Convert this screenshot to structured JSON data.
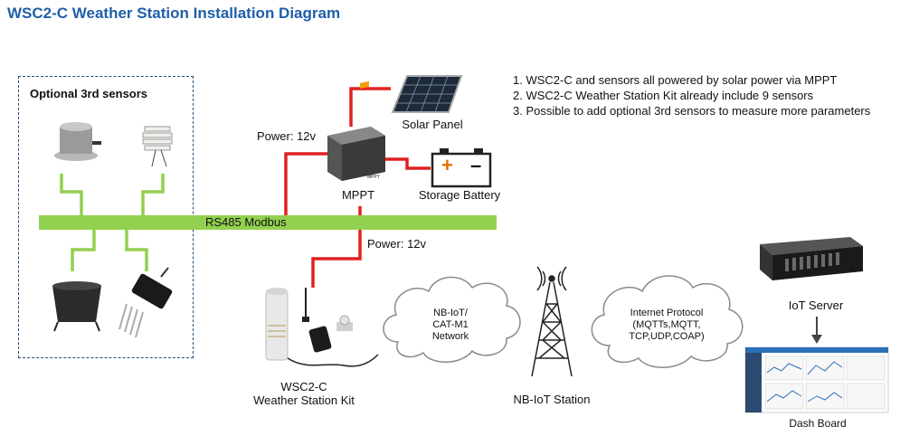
{
  "title": "WSC2-C Weather Station Installation Diagram",
  "notes": [
    "1. WSC2-C and sensors all powered by solar power via MPPT",
    "2. WSC2-C Weather Station Kit already include 9 sensors",
    "3. Possible to add optional 3rd sensors to measure more parameters"
  ],
  "optional_sensors_label": "Optional 3rd sensors",
  "bus_label": "RS485 Modbus",
  "power_top_label": "Power: 12v",
  "power_bottom_label": "Power: 12v",
  "solar_panel_label": "Solar Panel",
  "mppt_label": "MPPT",
  "mppt_device_text": "MPPT",
  "battery_label": "Storage Battery",
  "battery_plus": "+",
  "battery_minus": "–",
  "kit_label_1": "WSC2-C",
  "kit_label_2": "Weather Station Kit",
  "nbiot_cloud": [
    "NB-IoT/",
    "CAT-M1",
    "Network"
  ],
  "nbiot_station_label": "NB-IoT Station",
  "internet_cloud": [
    "Internet Protocol",
    "(MQTTs,MQTT,",
    "TCP,UDP,COAP)"
  ],
  "iot_server_label": "IoT Server",
  "dashboard_label": "Dash Board",
  "colors": {
    "title": "#1f5fa8",
    "bus": "#92d050",
    "power_wire": "#e02020",
    "frame": "#1f4e79"
  }
}
